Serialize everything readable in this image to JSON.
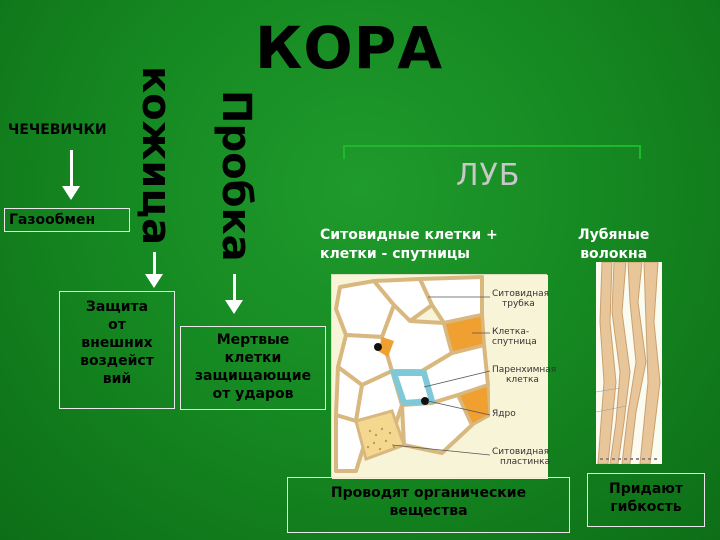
{
  "title": "КОРА",
  "left": {
    "lenticels": "ЧЕЧЕВИЧКИ",
    "gas_exchange": "Газообмен",
    "skin_vertical": "кожица",
    "protection": [
      "Защита",
      "от",
      "внешних",
      "воздейст",
      "вий"
    ]
  },
  "cork": {
    "vertical": "Пробка",
    "desc": [
      "Мертвые",
      "клетки",
      "защищающие",
      "от ударов"
    ]
  },
  "bast": {
    "title": "ЛУБ",
    "sieve_label": [
      "Ситовидные клетки +",
      "клетки - спутницы"
    ],
    "fibers_label": [
      "Лубяные",
      "волокна"
    ],
    "sieve_func": [
      "Проводят органические",
      "вещества"
    ],
    "fibers_func": [
      "Придают",
      "гибкость"
    ]
  },
  "micrograph_callouts": {
    "sieve_tube": [
      "Ситовидная",
      "трубка"
    ],
    "companion": "Клетка-спутница",
    "parenchyma": [
      "Паренхимная",
      "клетка"
    ],
    "nucleus": "Ядро",
    "sieve_plate": [
      "Ситовидная",
      "пластинка"
    ]
  },
  "colors": {
    "background": "#168a22",
    "arrow": "#ffffff",
    "cell_fill": "#ffffff",
    "cell_wall": "#e8b060",
    "companion_fill": "#f0a030",
    "parenchyma_ring": "#7ec8d8",
    "fiber": "#e8c69a"
  },
  "icons": [
    "arrow-down-icon"
  ]
}
